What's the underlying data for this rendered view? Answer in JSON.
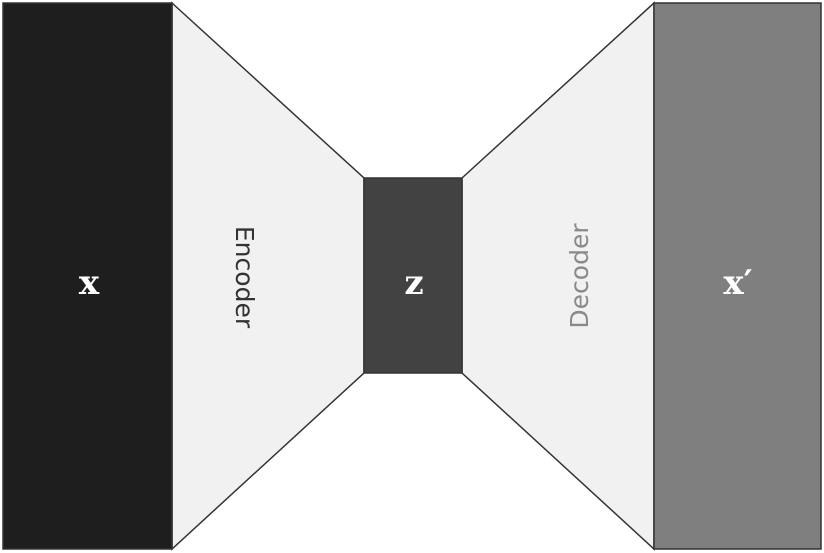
{
  "diagram": {
    "input": {
      "label": "x",
      "color": "#1e1e1e"
    },
    "encoder": {
      "label": "Encoder",
      "color": "#f1f1f1",
      "text_color": "#333333"
    },
    "latent": {
      "label": "z",
      "color": "#424242"
    },
    "decoder": {
      "label": "Decoder",
      "color": "#f1f1f1",
      "text_color": "#8a8a8a"
    },
    "output": {
      "label": "x′",
      "color": "#7f7f7f"
    }
  }
}
